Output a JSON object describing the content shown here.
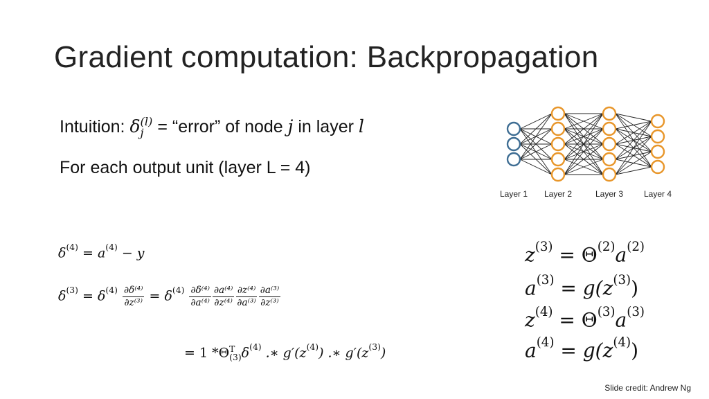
{
  "slide": {
    "title": "Gradient computation: Backpropagation",
    "intuition_prefix": "Intuition: ",
    "intuition_symbol": "δ",
    "intuition_sup": "(l)",
    "intuition_sub": "j",
    "intuition_rest_1": " = “error” of node ",
    "intuition_j": "j",
    "intuition_rest_2": " in layer ",
    "intuition_l": "l",
    "output_unit_text": "For each output unit (layer L = 4)",
    "credit": "Slide credit: Andrew Ng"
  },
  "network": {
    "layer_labels": [
      "Layer 1",
      "Layer 2",
      "Layer 3",
      "Layer 4"
    ],
    "layer_sizes": [
      3,
      5,
      5,
      4
    ],
    "input_color": "#3e6d93",
    "hidden_color": "#e8962a",
    "edge_color": "#222222"
  },
  "equations": {
    "delta4_lhs": "δ",
    "delta4_lhs_sup": "(4)",
    "delta4_rhs": " = a",
    "delta4_rhs_sup": "(4)",
    "delta4_rhs_tail": " − y",
    "delta3_lhs": "δ",
    "delta3_lhs_sup": "(3)",
    "delta3_eq": " = δ",
    "delta3_eq_sup": "(4)",
    "frac1_num": "∂δ⁽⁴⁾",
    "frac1_den": "∂z⁽³⁾",
    "delta3_eq2": " = δ",
    "delta3_eq2_sup": "(4)",
    "frac2_num": "∂δ⁽⁴⁾",
    "frac2_den": "∂a⁽⁴⁾",
    "frac3_num": "∂a⁽⁴⁾",
    "frac3_den": "∂z⁽⁴⁾",
    "frac4_num": "∂z⁽⁴⁾",
    "frac4_den": "∂a⁽³⁾",
    "frac5_num": "∂a⁽³⁾",
    "frac5_den": "∂z⁽³⁾",
    "line3_a": "= 1 *Θ",
    "line3_sup": "(3)",
    "line3_T": "T",
    "line3_b": "δ",
    "line3_b_sup": "(4)",
    "line3_c": " .∗  g′(z",
    "line3_c_sup": "(4)",
    "line3_d": ") .∗ g′(z",
    "line3_d_sup": "(3)",
    "line3_e": ")",
    "right": [
      {
        "lhs": "z",
        "lhs_sup": "(3)",
        "mid": " = Θ",
        "mid_sup": "(2)",
        "rhs": "a",
        "rhs_sup": "(2)",
        "tail": ""
      },
      {
        "lhs": "a",
        "lhs_sup": "(3)",
        "mid": " = g(z",
        "mid_sup": "(3)",
        "rhs": ")",
        "rhs_sup": "",
        "tail": ""
      },
      {
        "lhs": "z",
        "lhs_sup": "(4)",
        "mid": " = Θ",
        "mid_sup": "(3)",
        "rhs": "a",
        "rhs_sup": "(3)",
        "tail": ""
      },
      {
        "lhs": "a",
        "lhs_sup": "(4)",
        "mid": " = g(z",
        "mid_sup": "(4)",
        "rhs": ")",
        "rhs_sup": "",
        "tail": ""
      }
    ]
  }
}
